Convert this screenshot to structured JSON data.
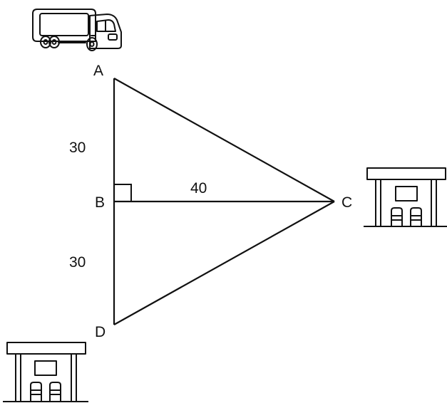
{
  "diagram": {
    "points": {
      "A": "A",
      "B": "B",
      "C": "C",
      "D": "D"
    },
    "lengths": {
      "AB": "30",
      "BD": "30",
      "BC": "40"
    },
    "icons": {
      "vehicle": "truck-icon",
      "station_right": "gas-station-icon",
      "station_bottom_left": "gas-station-icon"
    },
    "colors": {
      "stroke": "#111111",
      "background": "#ffffff"
    }
  }
}
